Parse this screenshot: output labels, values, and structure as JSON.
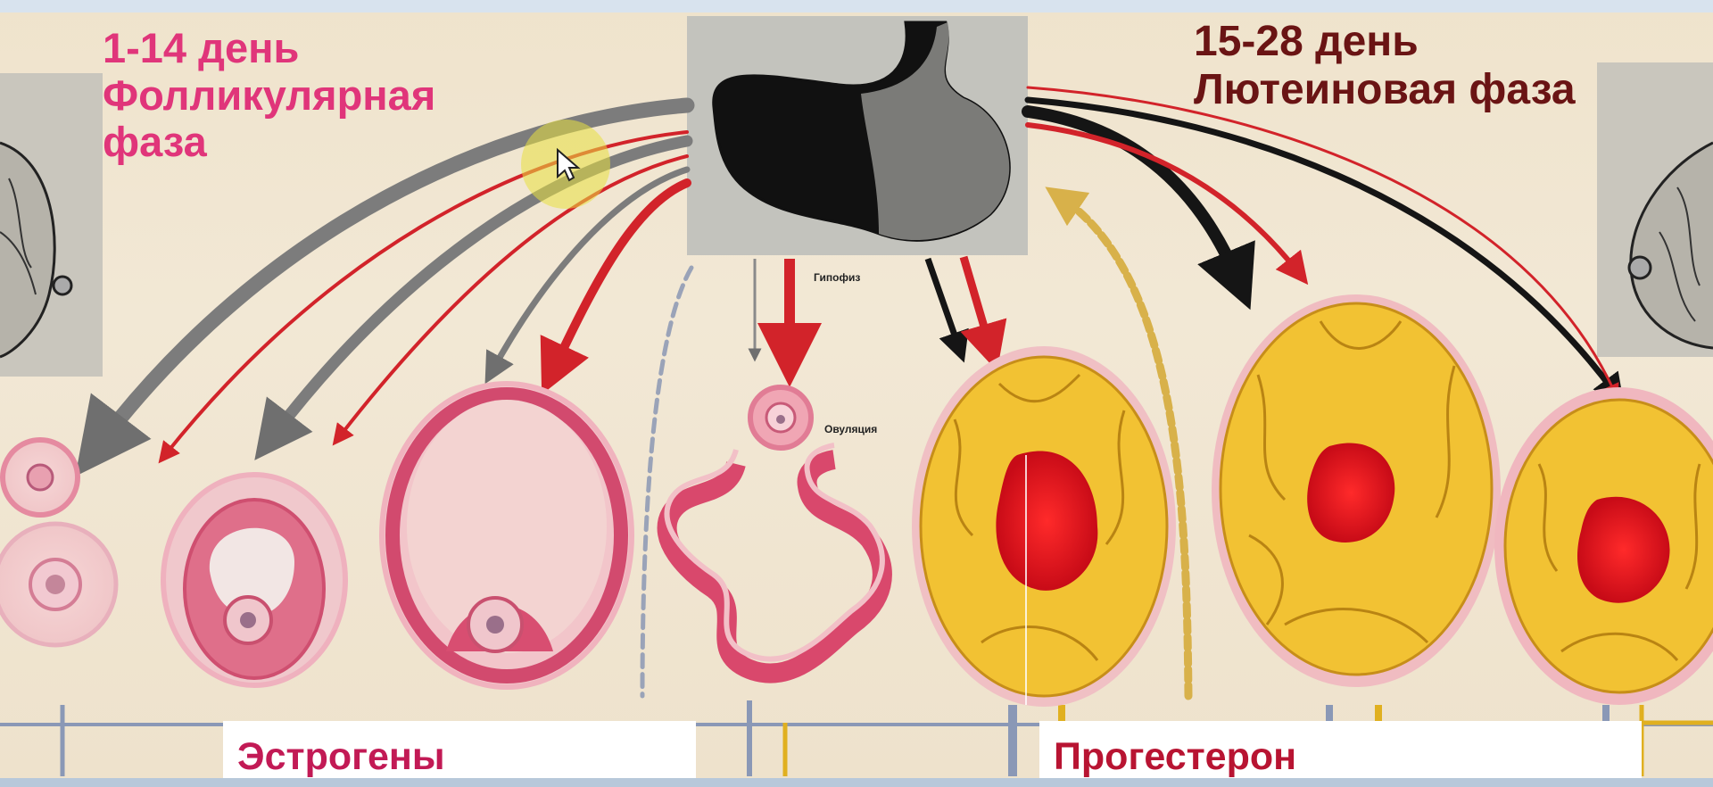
{
  "phases": {
    "follicular": {
      "line1": "1-14 день",
      "line2": "Фолликулярная",
      "line3": "фаза"
    },
    "luteal": {
      "line1": "15-28 день",
      "line2": "Лютеиновая фаза"
    }
  },
  "hormones": {
    "estrogen": "Эстрогены",
    "progesterone": "Прогестерон"
  },
  "small_labels": {
    "pituitary": "Гипофиз",
    "ovulation": "Овуляция"
  },
  "colors": {
    "follicular_title": "#e0357a",
    "luteal_title": "#6a1414",
    "follicle_pink": "#e58aa0",
    "corpus_luteum_yellow": "#f2c233",
    "corpus_center_red": "#e8101c",
    "arrow_red": "#d2232a",
    "arrow_gray": "#7c7c7c",
    "arrow_black": "#151515"
  },
  "icons": [
    "pituitary-gland-illustration",
    "ovary-illustration",
    "follicle-illustration",
    "corpus-luteum-illustration",
    "cursor-icon"
  ]
}
